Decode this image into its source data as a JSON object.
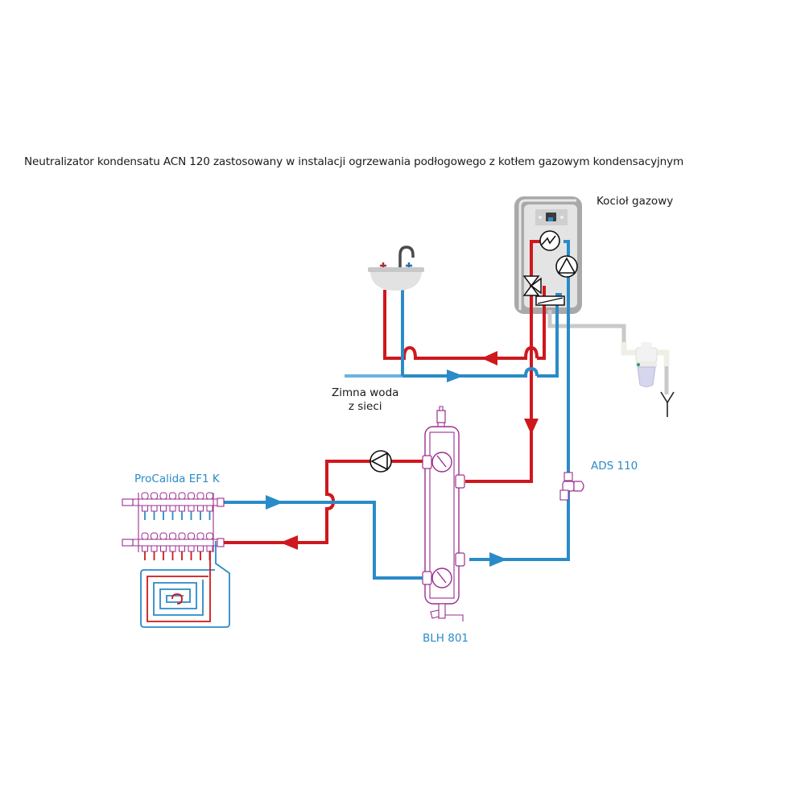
{
  "title": "Neutralizator kondensatu ACN 120 zastosowany w instalacji ogrzewania podłogowego z kotłem gazowym kondensacyjnym",
  "labels": {
    "boiler": "Kocioł gazowy",
    "cold_water_line1": "Zimna woda",
    "cold_water_line2": "z sieci",
    "manifold": "ProCalida EF1 K",
    "separator": "BLH 801",
    "pressure_reducer": "ADS 110"
  },
  "components": [
    {
      "id": "boiler",
      "name": "Kocioł gazowy",
      "icons": [
        "heat-exchanger-icon",
        "pump-icon",
        "three-way-valve-icon",
        "plate-heat-exchanger-icon"
      ]
    },
    {
      "id": "sink",
      "name": "washbasin with mixer tap"
    },
    {
      "id": "neutralizer",
      "name": "ACN 120 condensate neutralizer"
    },
    {
      "id": "drain",
      "name": "drain funnel"
    },
    {
      "id": "manifold",
      "name": "ProCalida EF1 K",
      "loops": 8
    },
    {
      "id": "separator",
      "name": "BLH 801",
      "gauges": 2
    },
    {
      "id": "circulation-pump",
      "name": "circulation pump"
    },
    {
      "id": "pressure-reducer",
      "name": "ADS 110"
    }
  ],
  "colors": {
    "hot": "#d0171d",
    "cold": "#2a8bc8",
    "condensate": "#c9c9c9",
    "component_outline": "#9b2f8f",
    "label_blue": "#2a8bc8"
  }
}
